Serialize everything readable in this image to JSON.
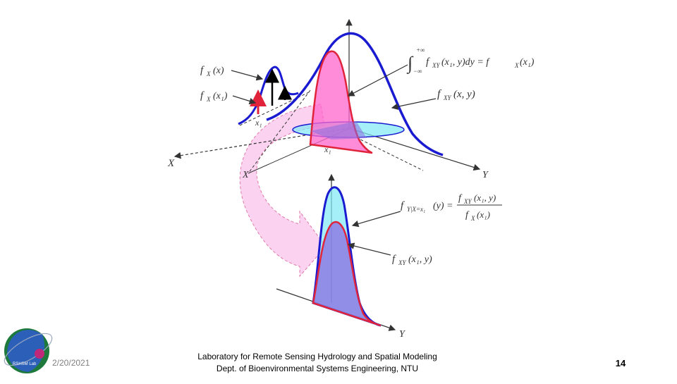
{
  "footer": {
    "date": "2/20/2021",
    "lab_line1": "Laboratory for Remote Sensing Hydrology and Spatial Modeling",
    "lab_line2": "Dept. of Bioenvironmental Systems Engineering, NTU",
    "page_number": "14",
    "logo_text": "RSHSM Lab"
  },
  "diagram": {
    "axes": {
      "x_label": "X",
      "y_label": "Y"
    },
    "labels": {
      "x1_marginal": "x₁",
      "x1_joint": "x₁",
      "fX_x": "f",
      "fX_x_sub": "X",
      "fX_x_arg": "(x)",
      "fX_x1": "f",
      "fX_x1_sub": "X",
      "fX_x1_arg": "(x₁)",
      "fXY": "f",
      "fXY_sub": "XY",
      "fXY_arg": "(x, y)",
      "integral_sup": "+∞",
      "integral_sub": "−∞",
      "integral_body": "f",
      "integral_body_sub": "XY",
      "integral_body_arg": "(x₁, y)dy = f",
      "integral_rhs_sub": "X",
      "integral_rhs_arg": "(x₁)",
      "cond_f": "f",
      "cond_sub": "Y|X=x₁",
      "cond_arg": "(y) =",
      "cond_num": "f",
      "cond_num_sub": "XY",
      "cond_num_arg": "(x₁, y)",
      "cond_den": "f",
      "cond_den_sub": "X",
      "cond_den_arg": "(x₁)",
      "slice_f": "f",
      "slice_sub": "XY",
      "slice_arg": "(x₁, y)"
    },
    "colors": {
      "blue_curve": "#1a1ad0",
      "red_curve": "#e0233a",
      "magenta_fill": "#ff66cc",
      "cyan_fill": "#7fe8f5",
      "purple_fill": "#8a6ee0",
      "arrow_fill": "#f9c4ec"
    }
  }
}
